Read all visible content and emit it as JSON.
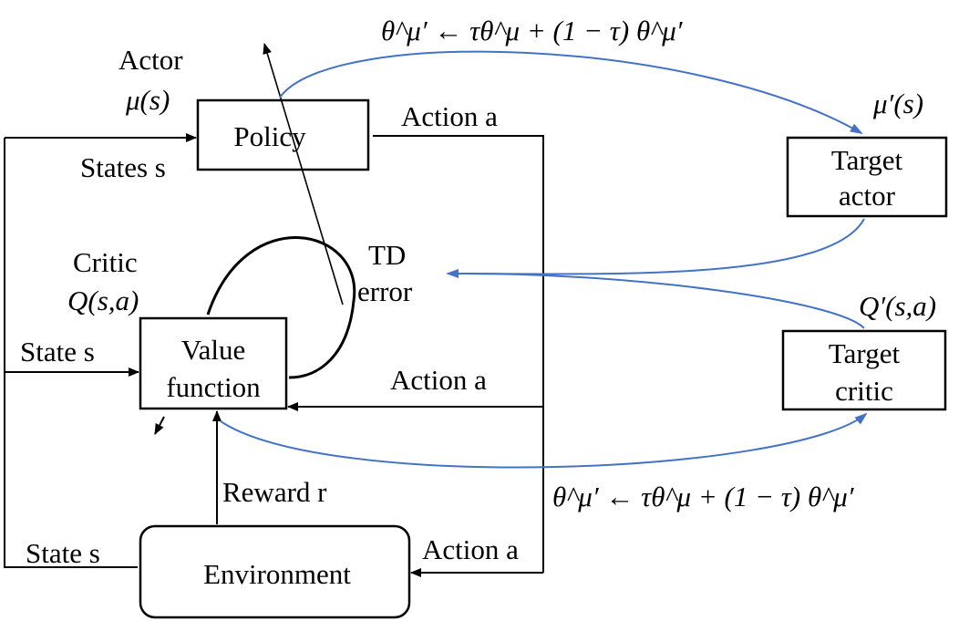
{
  "colors": {
    "line": "#000000",
    "target_update_arrow": "#4472C4"
  },
  "boxes": {
    "policy": "Policy",
    "target_actor_line1": "Target",
    "target_actor_line2": "actor",
    "value_function_line1": "Value",
    "value_function_line2": "function",
    "target_critic_line1": "Target",
    "target_critic_line2": "critic",
    "environment": "Environment"
  },
  "labels": {
    "actor": "Actor",
    "actor_mu": "μ(s)",
    "states_s": "States s",
    "action_a_policy": "Action a",
    "mu_prime": "μ′(s)",
    "critic": "Critic",
    "critic_q": "Q(s,a)",
    "td": "TD",
    "error": "error",
    "q_prime": "Q′(s,a)",
    "state_s_value": "State s",
    "action_a_value": "Action a",
    "reward_r": "Reward r",
    "state_s_env": "State s",
    "action_a_env": "Action a"
  },
  "equations": {
    "actor_update": "θ^μ′ ← τθ^μ + (1 − τ) θ^μ′",
    "critic_update": "θ^μ′ ← τθ^μ + (1 − τ) θ^μ′"
  }
}
